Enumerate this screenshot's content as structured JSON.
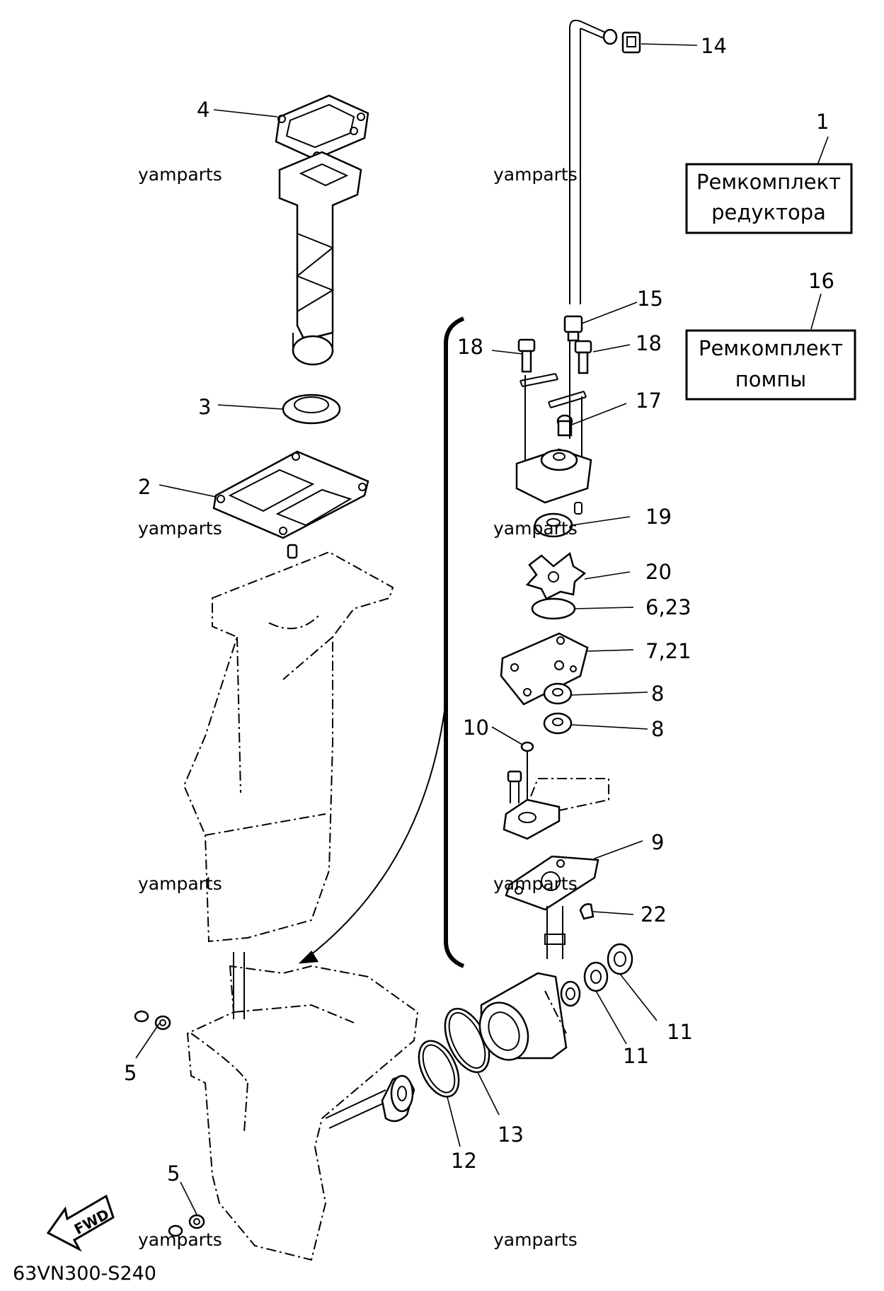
{
  "kits": [
    {
      "number": "1",
      "line1": "Ремкомплект",
      "line2": "редуктора"
    },
    {
      "number": "16",
      "line1": "Ремкомплект",
      "line2": "помпы"
    }
  ],
  "callouts": {
    "c14": "14",
    "c4": "4",
    "c15": "15",
    "c18a": "18",
    "c18b": "18",
    "c17": "17",
    "c3": "3",
    "c2": "2",
    "c19": "19",
    "c20": "20",
    "c623": "6,23",
    "c721": "7,21",
    "c8a": "8",
    "c8b": "8",
    "c10": "10",
    "c9": "9",
    "c22": "22",
    "c11a": "11",
    "c11b": "11",
    "c5a": "5",
    "c13": "13",
    "c12": "12",
    "c5b": "5"
  },
  "watermark": "yamparts",
  "fwd_label": "FWD",
  "diagram_code": "63VN300-S240"
}
